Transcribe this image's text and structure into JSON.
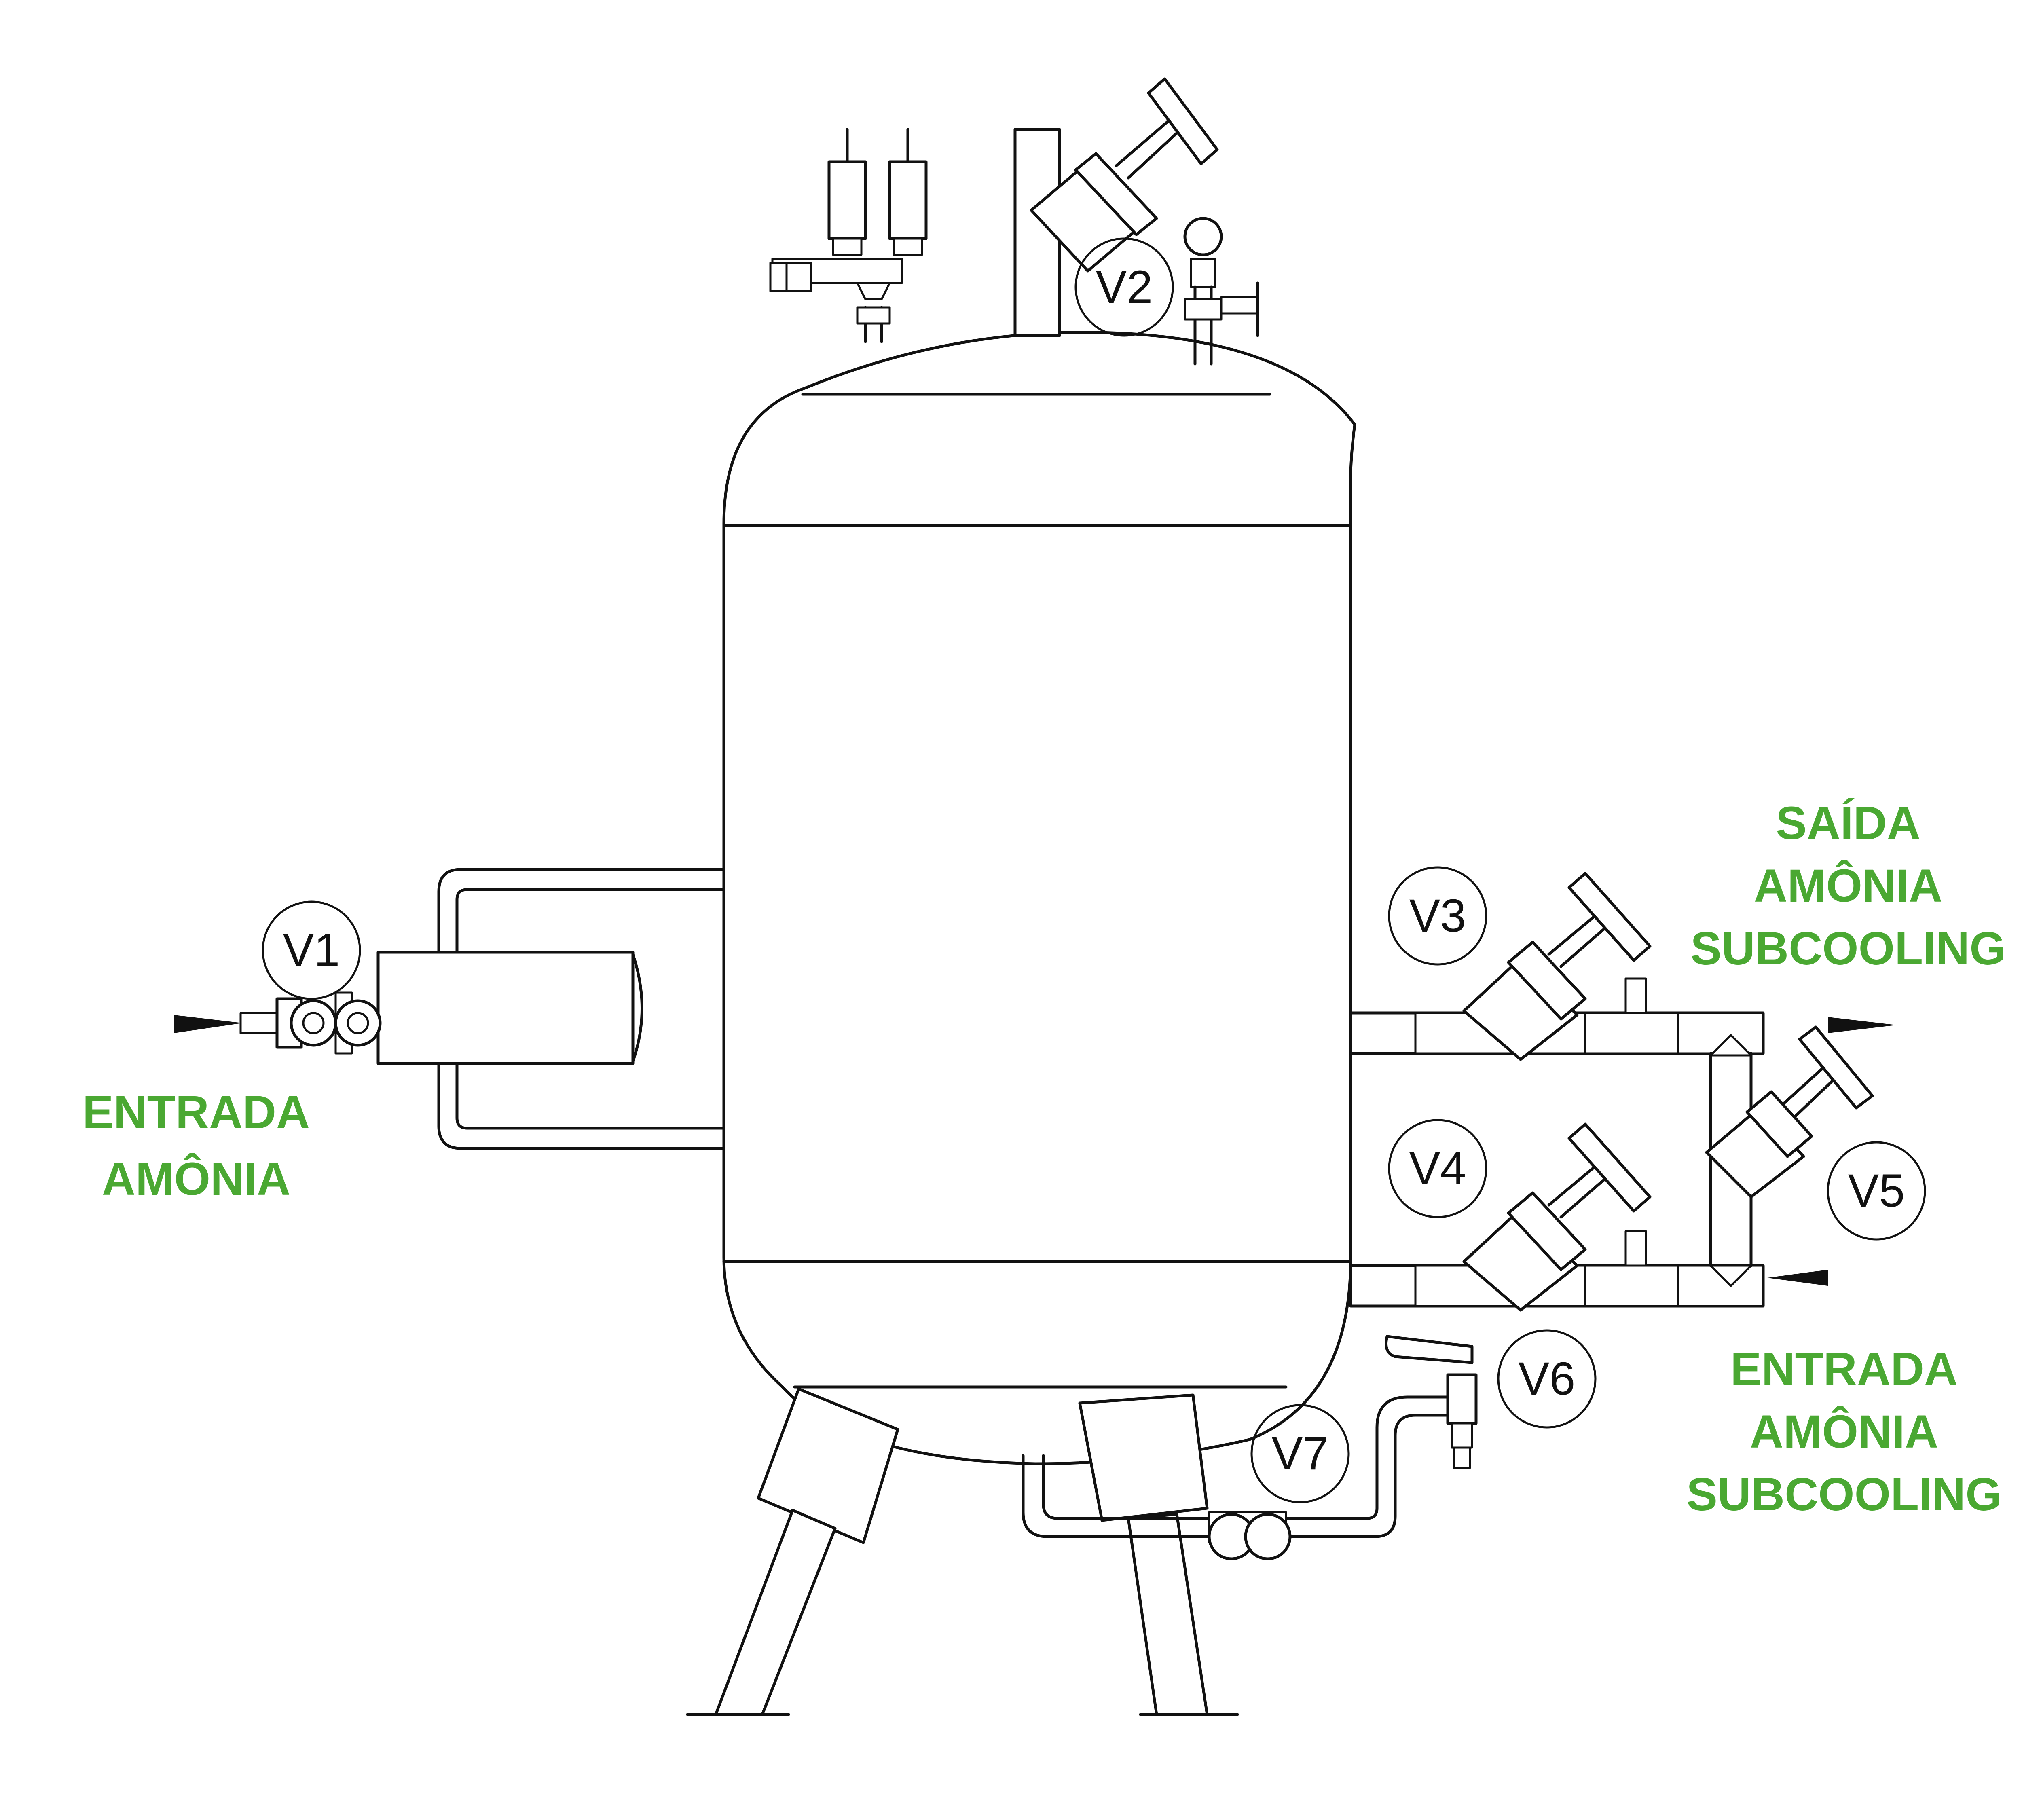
{
  "valves": [
    {
      "tag": "V1"
    },
    {
      "tag": "V2"
    },
    {
      "tag": "V3"
    },
    {
      "tag": "V4"
    },
    {
      "tag": "V5"
    },
    {
      "tag": "V6"
    },
    {
      "tag": "V7"
    }
  ],
  "labels": {
    "inlet_main": {
      "line1": "ENTRADA",
      "line2": "AMÔNIA"
    },
    "outlet_sub": {
      "line1": "SAÍDA",
      "line2": "AMÔNIA",
      "line3": "SUBCOOLING"
    },
    "inlet_sub": {
      "line1": "ENTRADA",
      "line2": "AMÔNIA",
      "line3": "SUBCOOLING"
    }
  },
  "colors": {
    "label_green": "#4aa832",
    "line": "#111111"
  },
  "icons": [
    "flow-arrow-icon",
    "pressure-gauge-icon",
    "handwheel-icon"
  ]
}
